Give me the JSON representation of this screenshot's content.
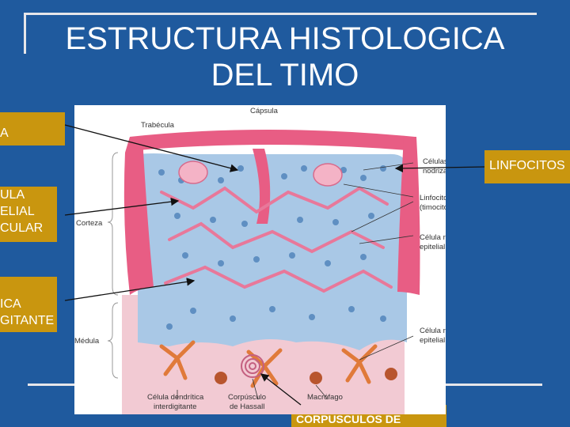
{
  "title_line1": "ESTRUCTURA HISTOLOGICA",
  "title_line2": "DEL TIMO",
  "boxes": {
    "trabecula": "A",
    "linfocitos": "LINFOCITOS",
    "celula_l1": "ULA",
    "celula_l2": "ELIAL",
    "celula_l3": "CULAR",
    "dendritica_l1": "ICA",
    "dendritica_l2": "GITANTE",
    "corpusculos": "CORPUSCULOS DE"
  },
  "figure": {
    "capsula": "Cápsula",
    "trabecula": "Trabécula",
    "celulas_nodriza_1": "Células",
    "celulas_nodriza_2": "nodriza",
    "linfocitos_1": "Linfocitos",
    "linfocitos_2": "(timocitos)",
    "corteza": "Corteza",
    "reticular_cortical_1": "Célula reticular",
    "reticular_cortical_2": "epitelial cortical",
    "medula": "Médula",
    "reticular_medular_1": "Célula reticular",
    "reticular_medular_2": "epitelial medular",
    "dendritica_1": "Célula dendrítica",
    "dendritica_2": "interdigitante",
    "hassall_1": "Corpúsculo",
    "hassall_2": "de Hassall",
    "macrofago": "Macrófago"
  },
  "colors": {
    "background": "#1f5a9e",
    "gold": "#c9960f",
    "capsule": "#e85d84",
    "cortex_bg": "#a9c8e6",
    "medulla_bg": "#f2cad3"
  }
}
